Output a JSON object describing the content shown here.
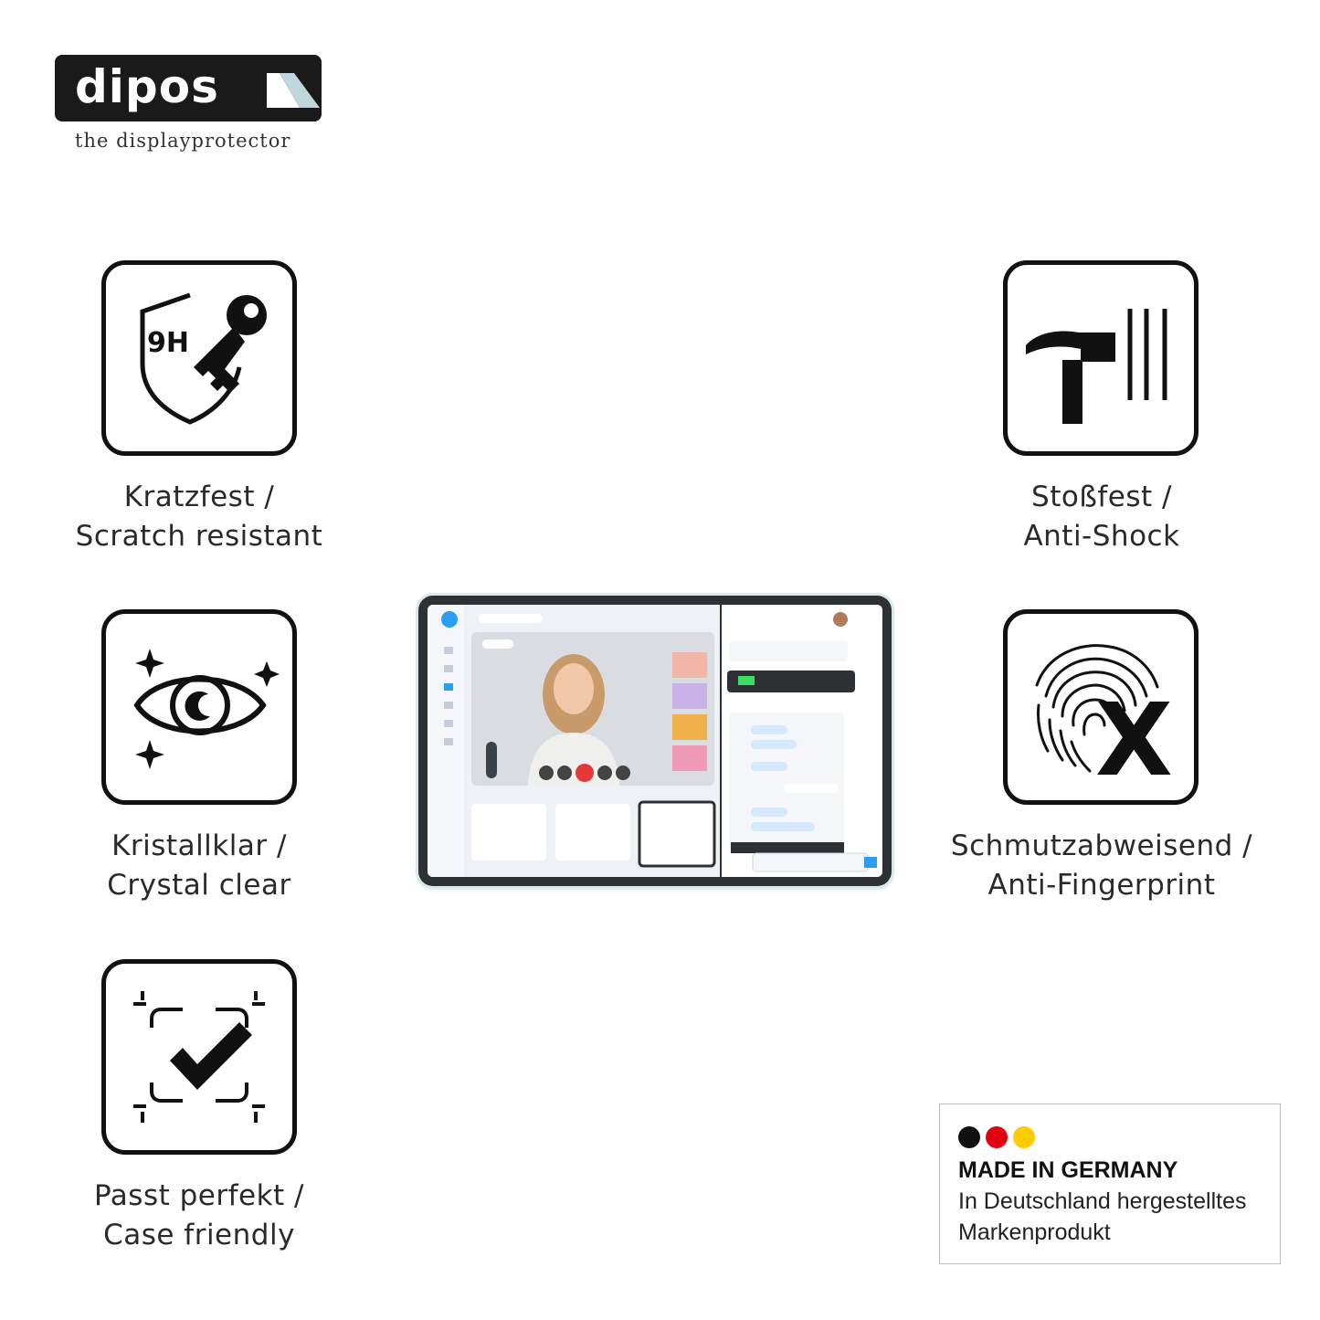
{
  "brand": {
    "name": "dipos",
    "tagline": "the displayprotector"
  },
  "features": [
    {
      "id": "scratch",
      "icon": "shield-key-9h-icon",
      "badge": "9H",
      "line1": "Kratzfest /",
      "line2": "Scratch resistant"
    },
    {
      "id": "shock",
      "icon": "hammer-icon",
      "line1": "Stoßfest /",
      "line2": "Anti-Shock"
    },
    {
      "id": "clear",
      "icon": "sparkle-eye-icon",
      "line1": "Kristallklar /",
      "line2": "Crystal clear"
    },
    {
      "id": "fingerprint",
      "icon": "fingerprint-cross-icon",
      "line1": "Schmutzabweisend /",
      "line2": "Anti-Fingerprint"
    },
    {
      "id": "case",
      "icon": "checkmark-frame-icon",
      "line1": "Passt perfekt /",
      "line2": "Case friendly"
    }
  ],
  "made_in": {
    "title": "MADE IN GERMANY",
    "line1": "In Deutschland hergestelltes",
    "line2": "Markenprodukt",
    "colors": [
      "#111111",
      "#e3000f",
      "#ffcc00"
    ]
  },
  "colors": {
    "ink": "#111111",
    "accent_call": "#e53935",
    "accent_blue": "#2a9df4"
  }
}
